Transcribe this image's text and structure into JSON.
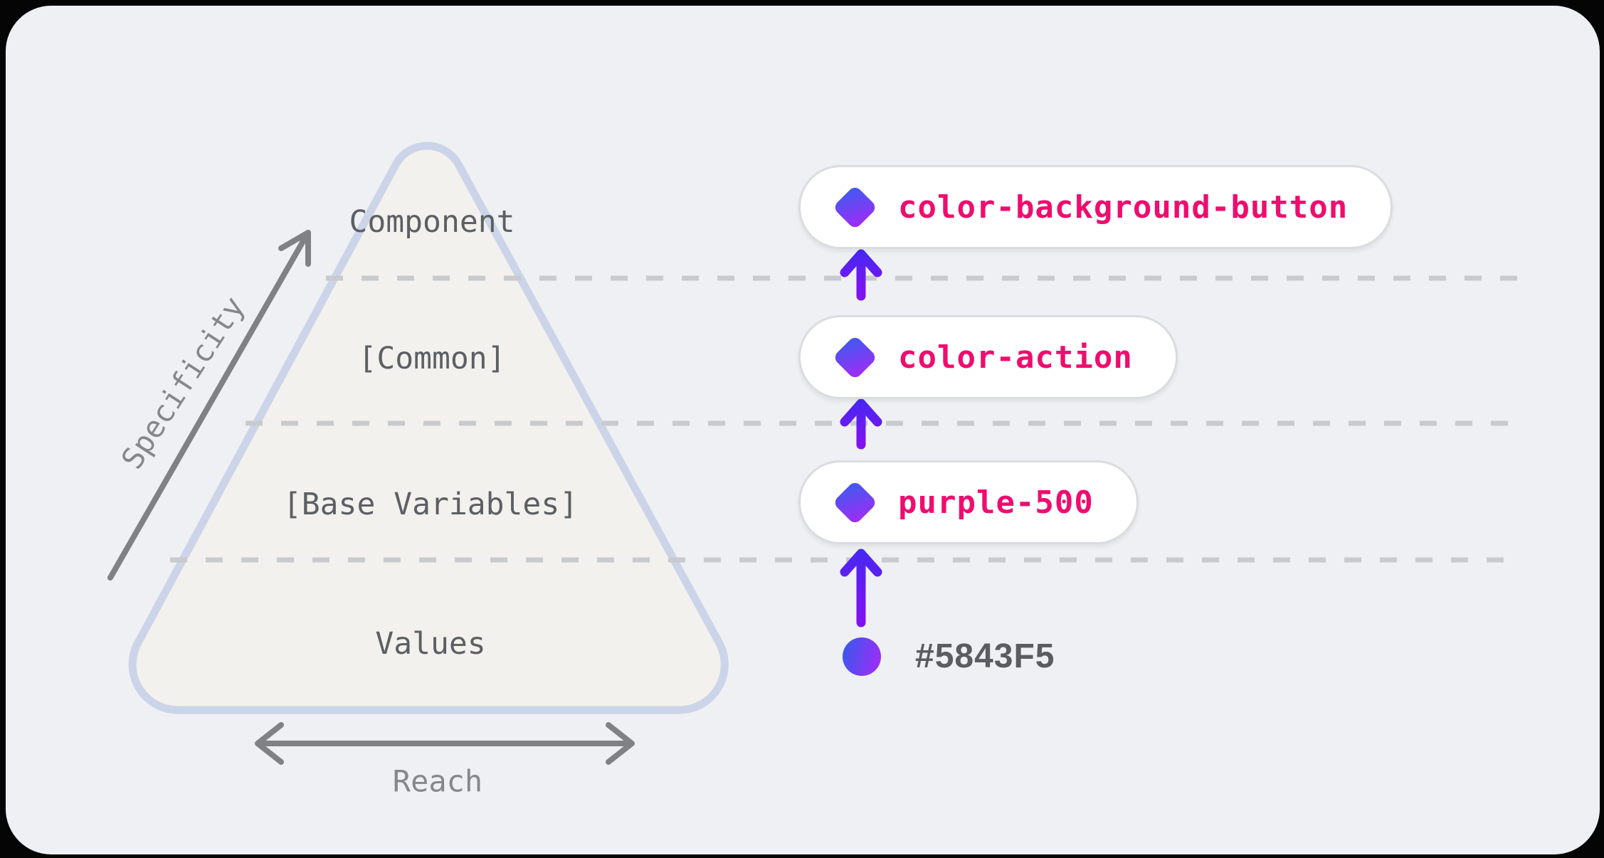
{
  "diagram": {
    "pyramid": {
      "levels": [
        "Component",
        "[Common]",
        "[Base Variables]",
        "Values"
      ],
      "fill": "#F3F1ED",
      "border": "#CBD4E8"
    },
    "axes": {
      "vertical": "Specificity",
      "horizontal": "Reach"
    },
    "tokens": [
      {
        "label": "color-background-button",
        "kind": "component-token"
      },
      {
        "label": "color-action",
        "kind": "common-token"
      },
      {
        "label": "purple-500",
        "kind": "base-variable-token"
      },
      {
        "label": "#5843F5",
        "kind": "raw-value"
      }
    ],
    "colors": {
      "token_text": "#EE0D6F",
      "diamond_gradient": [
        "#4557F1",
        "#9B2EF5"
      ],
      "swatch_gradient": [
        "#4453EE",
        "#9C2EF5"
      ],
      "arrow_gradient": [
        "#8211EF",
        "#4A26F3"
      ],
      "axis_arrow": "#7F8184",
      "level_text": "#5C5F64",
      "axis_text": "#85878B",
      "dash": "#C8CACD",
      "card_bg": "#EEF0F3",
      "page_bg": "#000000"
    }
  }
}
